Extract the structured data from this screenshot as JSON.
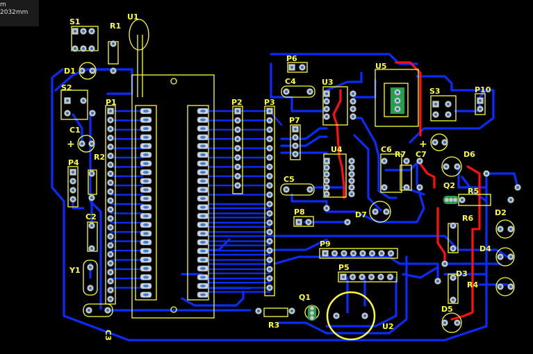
{
  "window": {
    "title": "PCB layout view"
  },
  "status": {
    "line1": "",
    "line2": "m",
    "line3": "2032mm"
  },
  "colors": {
    "background": "#000000",
    "top_trace": "#ff1010",
    "bottom_trace": "#0a2cff",
    "silkscreen": "#ffff33",
    "pad": "#c9c9c9"
  },
  "components": {
    "S1": "S1",
    "R1": "R1",
    "U1": "U1",
    "D1": "D1",
    "S2": "S2",
    "P1": "P1",
    "C1": "C1",
    "R2": "R2",
    "P4": "P4",
    "C2": "C2",
    "Y1": "Y1",
    "C3": "C3",
    "P2": "P2",
    "P3": "P3",
    "P6": "P6",
    "C4": "C4",
    "U3": "U3",
    "U5": "U5",
    "S3": "S3",
    "P10": "P10",
    "P7": "P7",
    "U4": "U4",
    "C6": "C6",
    "R7": "R7",
    "C7": "C7",
    "D6": "D6",
    "C5": "C5",
    "Q2": "Q2",
    "R5": "R5",
    "P8": "P8",
    "D7": "D7",
    "R6": "R6",
    "D2": "D2",
    "D4": "D4",
    "P9": "P9",
    "P5": "P5",
    "D3": "D3",
    "R4": "R4",
    "D5": "D5",
    "Q1": "Q1",
    "R3": "R3",
    "U2": "U2"
  },
  "polarity": {
    "plus": "+"
  }
}
